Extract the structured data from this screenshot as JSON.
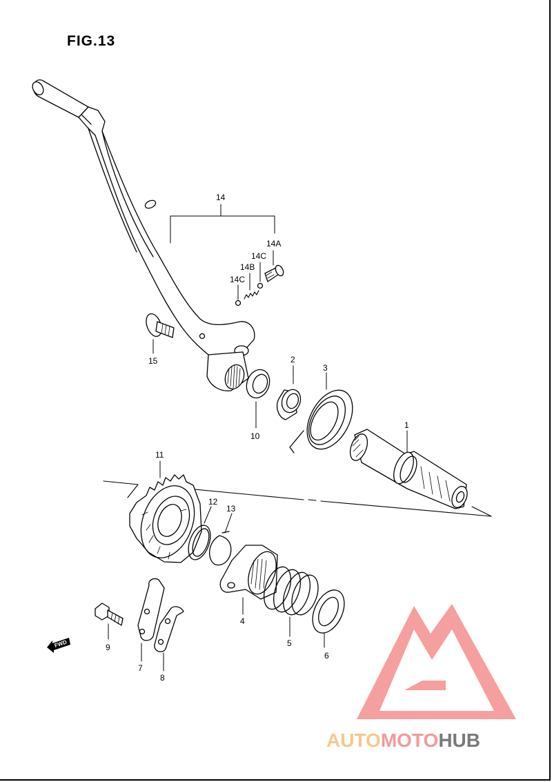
{
  "figure": {
    "title": "FIG.13"
  },
  "callouts": {
    "c14": "14",
    "c14a": "14A",
    "c14c_upper": "14C",
    "c14b": "14B",
    "c14c_lower": "14C",
    "c15": "15",
    "c10": "10",
    "c2": "2",
    "c3": "3",
    "c1": "1",
    "c11": "11",
    "c12": "12",
    "c13": "13",
    "c4": "4",
    "c5": "5",
    "c6": "6",
    "c9": "9",
    "c7": "7",
    "c8": "8"
  },
  "direction_marker": {
    "label": "FWD"
  },
  "watermark": {
    "part1": "AUTO",
    "part2": "MOTO",
    "part3": "HUB",
    "colors": {
      "auto": "#f7c88a",
      "moto": "#f29a9a",
      "hub": "#7a7a7a",
      "logo": "#f27f7f"
    }
  }
}
